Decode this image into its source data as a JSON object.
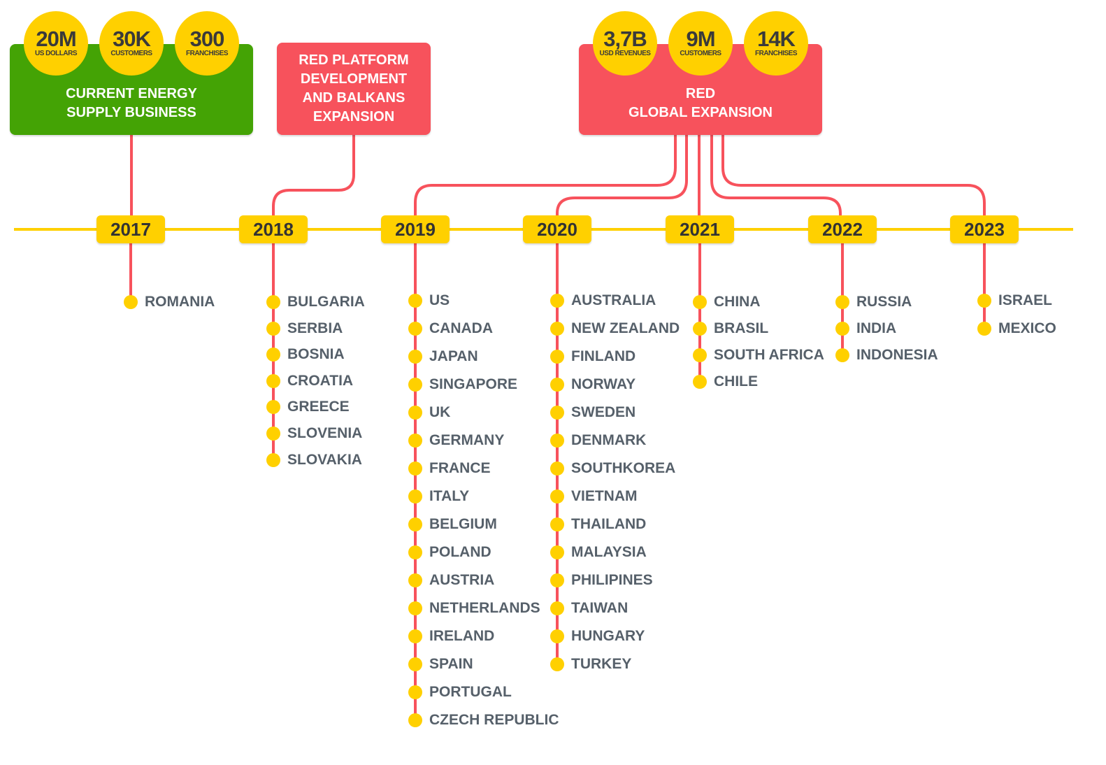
{
  "colors": {
    "green": "#44a305",
    "red": "#f7525c",
    "yellow": "#ffd000",
    "text": "#56606a"
  },
  "boxes": {
    "current": {
      "title_line1": "CURRENT ENERGY",
      "title_line2": "SUPPLY BUSINESS",
      "stats": [
        {
          "value": "20M",
          "label": "US DOLLARS"
        },
        {
          "value": "30K",
          "label": "CUSTOMERS"
        },
        {
          "value": "300",
          "label": "FRANCHISES"
        }
      ]
    },
    "platform": {
      "lines": [
        "RED PLATFORM",
        "DEVELOPMENT",
        "AND BALKANS",
        "EXPANSION"
      ]
    },
    "global": {
      "title_line1": "RED",
      "title_line2": "GLOBAL EXPANSION",
      "stats": [
        {
          "value": "3,7B",
          "label": "USD REVENUES"
        },
        {
          "value": "9M",
          "label": "CUSTOMERS"
        },
        {
          "value": "14K",
          "label": "FRANCHISES"
        }
      ]
    }
  },
  "years": [
    {
      "year": "2017",
      "countries": [
        "ROMANIA"
      ]
    },
    {
      "year": "2018",
      "countries": [
        "BULGARIA",
        "SERBIA",
        "BOSNIA",
        "CROATIA",
        "GREECE",
        "SLOVENIA",
        "SLOVAKIA"
      ]
    },
    {
      "year": "2019",
      "countries": [
        "US",
        "CANADA",
        "JAPAN",
        "SINGAPORE",
        "UK",
        "GERMANY",
        "FRANCE",
        "ITALY",
        "BELGIUM",
        "POLAND",
        "AUSTRIA",
        "NETHERLANDS",
        "IRELAND",
        "SPAIN",
        "PORTUGAL",
        "CZECH REPUBLIC"
      ]
    },
    {
      "year": "2020",
      "countries": [
        "AUSTRALIA",
        "NEW ZEALAND",
        "FINLAND",
        "NORWAY",
        "SWEDEN",
        "DENMARK",
        "SOUTHKOREA",
        "VIETNAM",
        "THAILAND",
        "MALAYSIA",
        "PHILIPINES",
        "TAIWAN",
        "HUNGARY",
        "TURKEY"
      ]
    },
    {
      "year": "2021",
      "countries": [
        "CHINA",
        "BRASIL",
        "SOUTH AFRICA",
        "CHILE"
      ]
    },
    {
      "year": "2022",
      "countries": [
        "RUSSIA",
        "INDIA",
        "INDONESIA"
      ]
    },
    {
      "year": "2023",
      "countries": [
        "ISRAEL",
        "MEXICO"
      ]
    }
  ]
}
